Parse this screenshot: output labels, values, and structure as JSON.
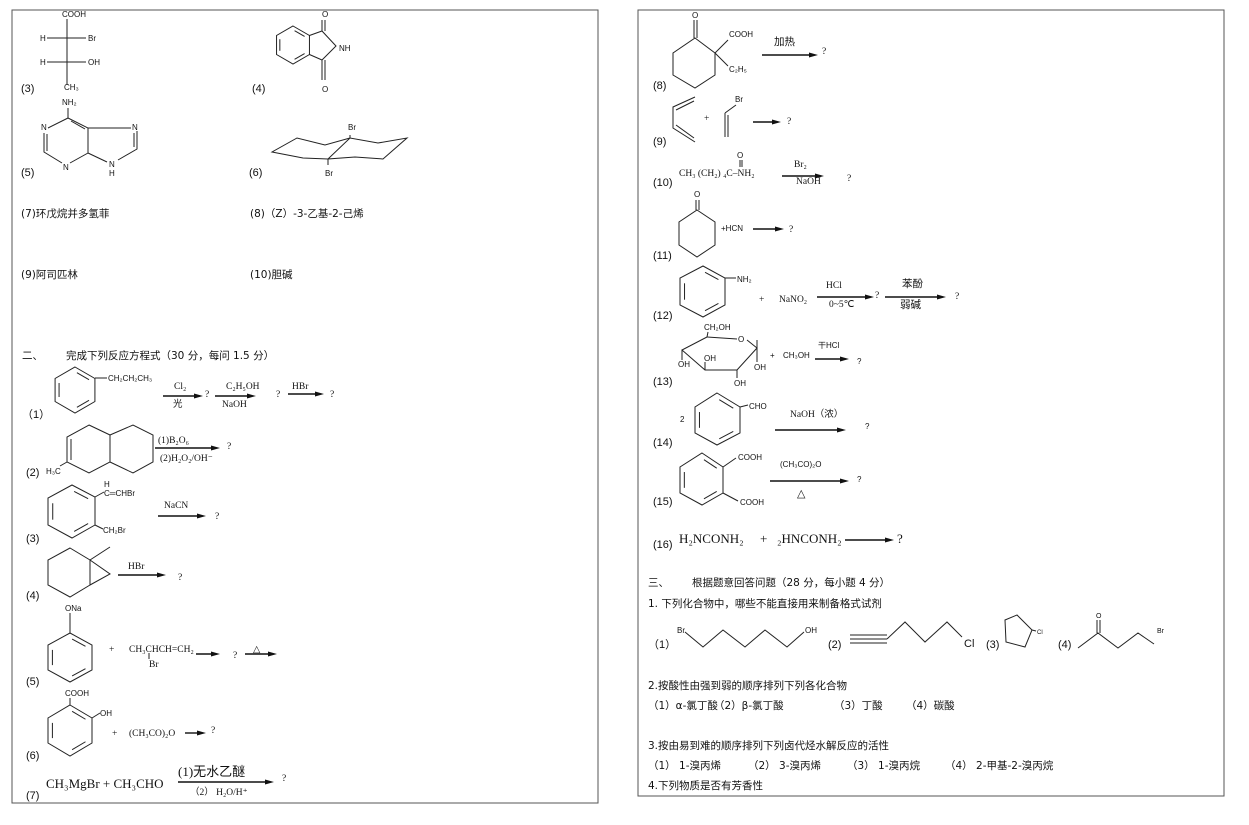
{
  "left": {
    "part1": {
      "n3": "(3)",
      "n4": "(4)",
      "n5": "(5)",
      "n6": "(6)",
      "q7": "(7)环戊烷并多氢菲",
      "q8": "(8)（Z）-3-乙基-2-己烯",
      "q9": "(9)阿司匹林",
      "q10": "(10)胆碱",
      "s3": {
        "cooh": "COOH",
        "h1": "H",
        "br": "Br",
        "h2": "H",
        "oh": "OH",
        "ch3": "CH₃"
      },
      "s4": {
        "o1": "O",
        "nh": "NH",
        "o2": "O"
      },
      "s5": {
        "nh2": "NH₂",
        "n1": "N",
        "n3": "N",
        "n7": "N",
        "n9": "N",
        "h": "H"
      },
      "s6": {
        "br1": "Br",
        "br2": "Br"
      }
    },
    "section2": {
      "number": "二、",
      "title": "完成下列反应方程式（30 分，每问 1.5 分）"
    },
    "reactions": {
      "r1": {
        "label": "（1）",
        "sub": "CH₂CH₂CH₃",
        "reag1_top": "Cl₂",
        "reag1_bot": "光",
        "q1": "?",
        "reag2_top": "C₂H₅OH",
        "reag2_bot": "NaOH",
        "q2": "?",
        "reag3_top": "HBr",
        "q3": "?"
      },
      "r2": {
        "label": "(2)",
        "sub": "H₃C",
        "reag_top": "(1)B₂O₆",
        "reag_bot": "(2)H₂O₂/OH⁻",
        "q": "?"
      },
      "r3": {
        "label": "(3)",
        "h": "H",
        "vinyl": "C═CHBr",
        "ch2br": "CH₂Br",
        "reag_top": "NaCN",
        "q": "?"
      },
      "r4": {
        "label": "(4)",
        "reag_top": "HBr",
        "q": "?"
      },
      "r5": {
        "label": "(5)",
        "ona": "ONa",
        "plus": "+",
        "reagent": "CH₃CHCH=CH₂",
        "br": "Br",
        "q": "?",
        "heat": "△"
      },
      "r6": {
        "label": "(6)",
        "cooh": "COOH",
        "oh": "OH",
        "plus": "+",
        "reagent": "(CH₃CO)₂O",
        "q": "?"
      },
      "r7": {
        "label": "(7)",
        "reactants": "CH₃MgBr + CH₃CHO",
        "reag_top": "(1)无水乙醚",
        "reag_bot": "（2） H₂O/H⁺",
        "q": "?"
      }
    }
  },
  "right": {
    "reactions": {
      "r8": {
        "label": "(8)",
        "o": "O",
        "cooh": "COOH",
        "et": "C₂H₅",
        "reag_top": "加热",
        "q": "?"
      },
      "r9": {
        "label": "(9)",
        "plus": "+",
        "br": "Br",
        "q": "?"
      },
      "r10": {
        "label": "(10)",
        "o": "O",
        "formula": "CH₃ (CH₂) ₄C–NH₂",
        "reag_top": "Br₂",
        "reag_bot": "NaOH",
        "q": "?"
      },
      "r11": {
        "label": "(11)",
        "o": "O",
        "reagent": "+HCN",
        "q": "?"
      },
      "r12": {
        "label": "(12)",
        "nh2": "NH₂",
        "plus": "+",
        "reagent": "NaNO₂",
        "reag1_top": "HCl",
        "reag1_bot": "0~5℃",
        "q1": "?",
        "reag2_top": "苯酚",
        "reag2_bot": "弱碱",
        "q2": "?"
      },
      "r13": {
        "label": "(13)",
        "ch2oh": "CH₂OH",
        "o": "O",
        "oh1": "OH",
        "oh2": "OH",
        "oh3": "OH",
        "oh4": "OH",
        "plus": "+",
        "reagent": "CH₃OH",
        "reag_top": "干HCl",
        "q": "?"
      },
      "r14": {
        "label": "(14)",
        "coef": "2",
        "cho": "CHO",
        "reag_top": "NaOH（浓）",
        "q": "?"
      },
      "r15": {
        "label": "(15)",
        "cooh1": "COOH",
        "cooh2": "COOH",
        "reag_top": "(CH₃CO)₂O",
        "reag_bot": "△",
        "q": "?"
      },
      "r16": {
        "label": "(16)",
        "reactant1": "H₂NCONH₂",
        "plus": "+",
        "reactant2": "₂HNCONH₂",
        "q": "?"
      }
    },
    "section3": {
      "number": "三、",
      "title": "根据题意回答问题（28 分，每小题 4 分）",
      "q1": {
        "text": "1.   下列化合物中，哪些不能直接用来制备格式试剂",
        "o1": "（1）",
        "o1_br": "Br",
        "o1_oh": "OH",
        "o2": "(2)",
        "o2_cl": "Cl",
        "o3": "(3)",
        "o3_cl": "Cl",
        "o4": "(4)",
        "o4_o": "O",
        "o4_br": "Br"
      },
      "q2": {
        "text": "2.按酸性由强到弱的顺序排列下列各化合物",
        "options": [
          "（1）α-氯丁酸",
          "（2）β-氯丁酸",
          "（3）丁酸",
          "（4）碳酸"
        ]
      },
      "q3": {
        "text": "3.按由易到难的顺序排列下列卤代烃水解反应的活性",
        "options": [
          "（1） 1-溴丙烯",
          "（2） 3-溴丙烯",
          "（3） 1-溴丙烷",
          "（4） 2-甲基-2-溴丙烷"
        ]
      },
      "q4": {
        "text": "4.下列物质是否有芳香性"
      }
    }
  }
}
